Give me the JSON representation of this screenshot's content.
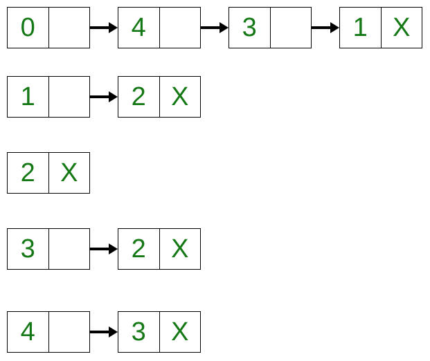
{
  "diagram": {
    "description": "Adjacency list representation of a graph using linked lists",
    "null_marker": "X",
    "colors": {
      "text": "#147814",
      "border": "#000000",
      "arrow": "#000000",
      "background": "#ffffff"
    },
    "rows": [
      {
        "nodes": [
          {
            "value": "0",
            "next": ""
          },
          {
            "value": "4",
            "next": ""
          },
          {
            "value": "3",
            "next": ""
          },
          {
            "value": "1",
            "next": "X"
          }
        ]
      },
      {
        "nodes": [
          {
            "value": "1",
            "next": ""
          },
          {
            "value": "2",
            "next": "X"
          }
        ]
      },
      {
        "nodes": [
          {
            "value": "2",
            "next": "X"
          }
        ]
      },
      {
        "nodes": [
          {
            "value": "3",
            "next": ""
          },
          {
            "value": "2",
            "next": "X"
          }
        ]
      },
      {
        "nodes": [
          {
            "value": "4",
            "next": ""
          },
          {
            "value": "3",
            "next": "X"
          }
        ]
      }
    ]
  }
}
